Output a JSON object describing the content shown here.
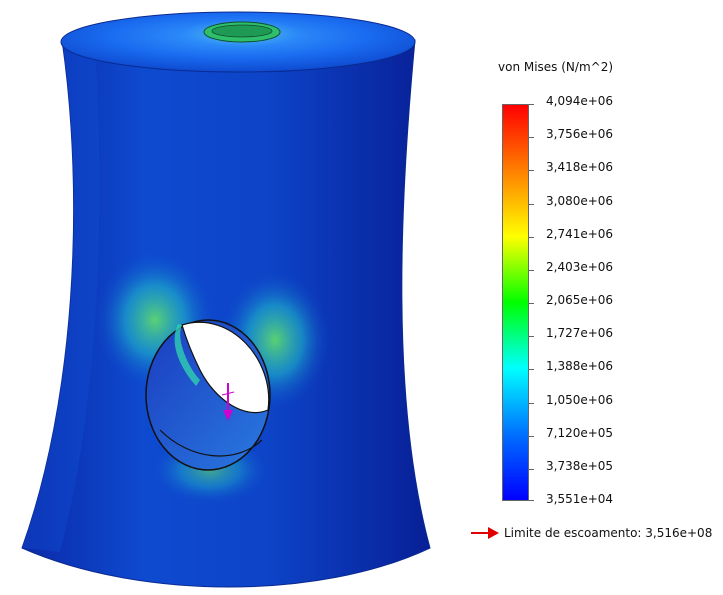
{
  "legend": {
    "title": "von Mises (N/m^2)",
    "ticks": [
      "4,094e+06",
      "3,756e+06",
      "3,418e+06",
      "3,080e+06",
      "2,741e+06",
      "2,403e+06",
      "2,065e+06",
      "1,727e+06",
      "1,388e+06",
      "1,050e+06",
      "7,120e+05",
      "3,738e+05",
      "3,551e+04"
    ],
    "colors": [
      "#ff0000",
      "#ff8000",
      "#ffff00",
      "#00ff00",
      "#00ffff",
      "#0070ff",
      "#0000ff"
    ]
  },
  "yield": {
    "label": "Limite de escoamento: 3,516e+08",
    "arrow_color": "#e00000"
  },
  "model": {
    "body_color": "#0a3fc4",
    "hotspot_color": "#3fd07a",
    "bore_color": "#1a8f5a",
    "load_arrow_color": "#d000d0"
  }
}
